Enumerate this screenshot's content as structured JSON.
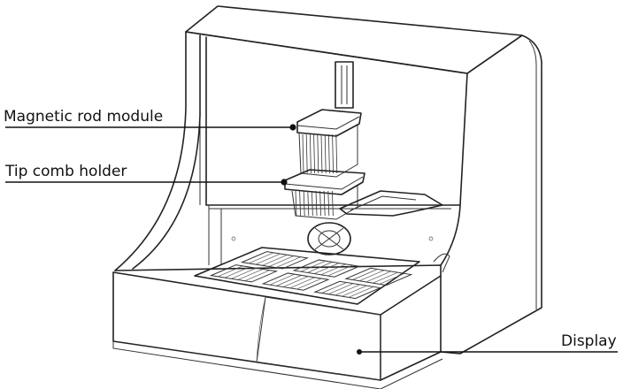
{
  "callouts": {
    "magnetic_rod_module": "Magnetic rod module",
    "tip_comb_holder": "Tip comb holder",
    "display": "Display"
  },
  "colors": {
    "line": "#222222",
    "background": "#ffffff",
    "leader_dot": "#111111"
  }
}
